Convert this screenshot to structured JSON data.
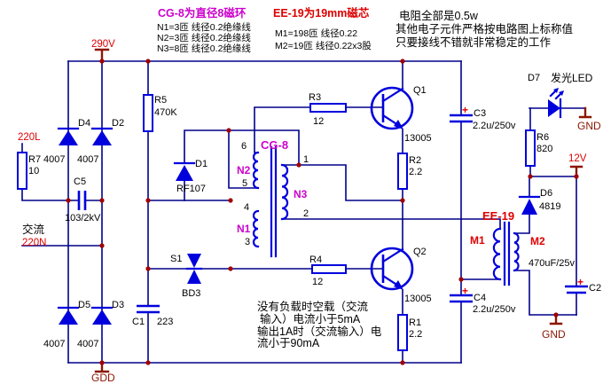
{
  "colors": {
    "background": "#ffffff",
    "wire": "#00008b",
    "component": "#0000dd",
    "junction_dot": "#a00000",
    "net_label_red": "#dd0000",
    "terminal_dark_red": "#8b1500",
    "winding_label_magenta": "#cc00cc",
    "text_black": "#000000"
  },
  "header": {
    "cg8_title": "CG-8为直径8磁环",
    "cg8_notes": [
      "N1=3匝 线径0.2绝缘线",
      "N2=3匝 线径0.2绝缘线",
      "N3=8匝 线径0.2绝缘线"
    ],
    "ee19_title": "EE-19为19mm磁芯",
    "ee19_notes": [
      "M1=198匝 线径0.22",
      "M2=19匝 线径0.22x3股"
    ],
    "right_notes": [
      "电阻全部是0.5w",
      "其他电子元件严格按电路图上标称值",
      "只要接线不错就非常稳定的工作"
    ]
  },
  "load_note": [
    "没有负载时空载（交流",
    "输入）电流小于5mA",
    "输出1A时（交流输入）电",
    "流小于90mA"
  ],
  "nets": {
    "v290": "290V",
    "l220": "220L",
    "ac": "交流",
    "n220": "220N",
    "gdd": "GDD",
    "v12": "12V",
    "gnd_led": "GND",
    "gnd_out": "GND"
  },
  "components": {
    "r7": {
      "ref": "R7",
      "value": "10"
    },
    "c5": {
      "ref": "C5",
      "value": "103/2kV"
    },
    "d4": {
      "ref": "D4",
      "value": "4007"
    },
    "d2": {
      "ref": "D2",
      "value": "4007"
    },
    "d5": {
      "ref": "D5",
      "value": "4007"
    },
    "d3": {
      "ref": "D3",
      "value": "4007"
    },
    "r5": {
      "ref": "R5",
      "value": "470K"
    },
    "d1": {
      "ref": "D1",
      "value": "RF107"
    },
    "s1": {
      "ref": "S1",
      "value": "BD3"
    },
    "c1": {
      "ref": "C1",
      "value": "223"
    },
    "r3": {
      "ref": "R3",
      "value": "12"
    },
    "r4": {
      "ref": "R4",
      "value": "12"
    },
    "q1": {
      "ref": "Q1",
      "value": "13005"
    },
    "q2": {
      "ref": "Q2",
      "value": "13005"
    },
    "r2": {
      "ref": "R2",
      "value": "2.2"
    },
    "r1": {
      "ref": "R1",
      "value": "2.2"
    },
    "c3": {
      "ref": "C3",
      "value": "2.2u/250v"
    },
    "c4": {
      "ref": "C4",
      "value": "2.2u/250v"
    },
    "c2": {
      "ref": "C2",
      "value": "470uF/25v"
    },
    "d6": {
      "ref": "D6",
      "value": "4819"
    },
    "r6": {
      "ref": "R6",
      "value": "820"
    },
    "d7": {
      "ref": "D7",
      "value": "发光LED"
    },
    "plus": "+"
  },
  "transformers": {
    "cg8": {
      "label": "CG-8",
      "windings": {
        "n1": "N1",
        "n2": "N2",
        "n3": "N3"
      },
      "pins": {
        "p1": "1",
        "p2": "2",
        "p3": "3",
        "p4": "4",
        "p5": "5",
        "p6": "6"
      }
    },
    "ee19": {
      "label": "EE-19",
      "windings": {
        "m1": "M1",
        "m2": "M2"
      }
    }
  }
}
